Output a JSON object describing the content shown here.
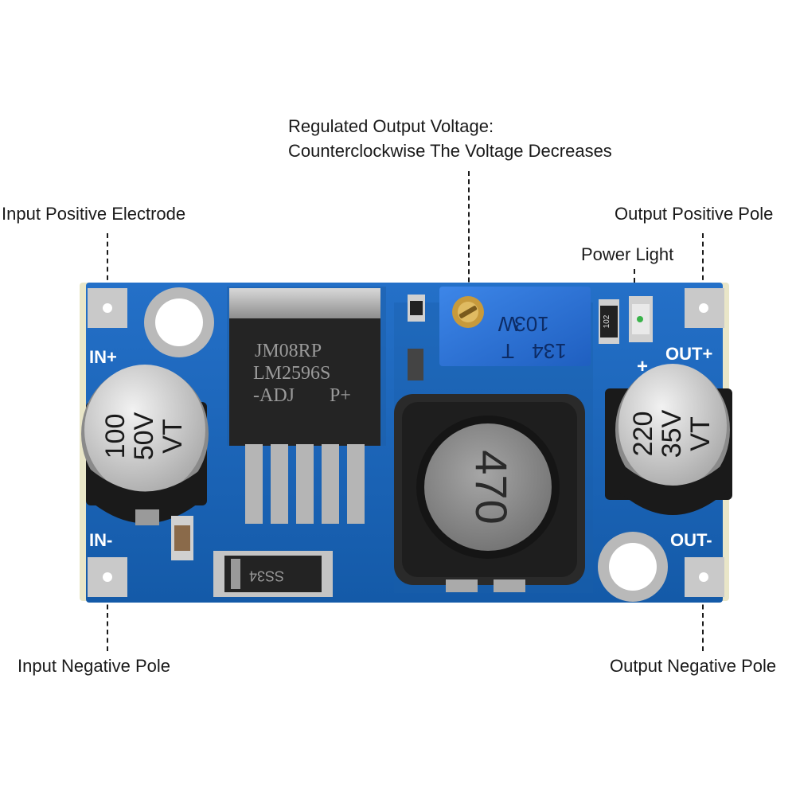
{
  "callouts": {
    "pot_title": "Regulated Output Voltage:",
    "pot_note": "Counterclockwise The Voltage Decreases",
    "input_positive": "Input Positive Electrode",
    "output_positive": "Output Positive Pole",
    "power_light": "Power Light",
    "input_negative": "Input Negative Pole",
    "output_negative": "Output Negative Pole"
  },
  "board": {
    "in_plus": "IN+",
    "in_minus": "IN-",
    "out_plus": "OUT+",
    "out_minus": "OUT-",
    "plus_sign": "+",
    "ic_line1": "JM08RP",
    "ic_line2": "LM2596S",
    "ic_line3": "-ADJ",
    "ic_line3b": "P+",
    "cap_in_line1": "100",
    "cap_in_line2": "50V",
    "cap_in_line3": "VT",
    "cap_out_line1": "220",
    "cap_out_line2": "35V",
    "cap_out_line3": "VT",
    "inductor": "470",
    "pot_line1": "103",
    "pot_line2": "W",
    "pot_line3": "134",
    "pot_line4": "T",
    "diode": "SS34",
    "resistor": "102"
  },
  "colors": {
    "pcb": "#1a5fb4",
    "pcb_dark": "#0f3f7a",
    "pad": "#c8c8c8",
    "cap_body": "#d9d9d9",
    "pot_body": "#2f6fd6",
    "inductor_body": "#2b2b2b"
  },
  "icons": {
    "pot_screw": "brass-screw-icon",
    "led": "led-icon",
    "mount_hole": "mounting-hole-icon"
  }
}
